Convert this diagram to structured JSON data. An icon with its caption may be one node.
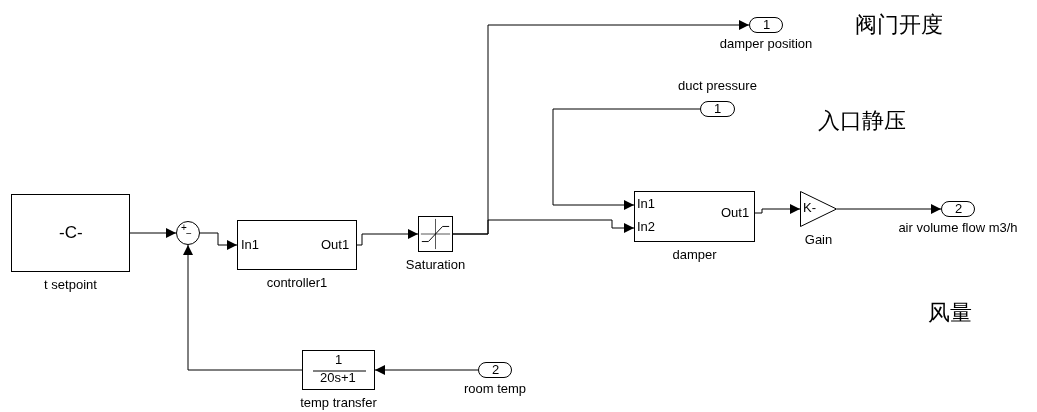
{
  "diagram": {
    "nodes": [
      {
        "text": [
          "-C-"
        ],
        "beside": [
          "t setpoint"
        ]
      },
      {
        "text": [
          "+",
          "−"
        ]
      },
      {
        "text": [
          "In1",
          "Out1"
        ],
        "beside": [
          "controller1"
        ]
      },
      {
        "text": [],
        "shape": "box",
        "beside": [
          "Saturation"
        ]
      },
      {
        "text": [
          "1"
        ],
        "beside": [
          "damper position"
        ]
      },
      {
        "text": [
          "1"
        ],
        "beside": [
          "duct pressure"
        ]
      },
      {
        "text": [
          "In1",
          "In2",
          "Out1"
        ],
        "beside": [
          "damper"
        ]
      },
      {
        "text": [
          "K-"
        ],
        "beside": [
          "Gain"
        ]
      },
      {
        "text": [
          "2"
        ],
        "beside": [
          "air volume flow m3/h"
        ]
      },
      {
        "text": [
          "1",
          "20s+1"
        ],
        "beside": [
          "temp transfer"
        ]
      },
      {
        "text": [
          "2"
        ],
        "beside": [
          "room temp"
        ]
      }
    ],
    "edges": [
      {
        "from": 0,
        "to": 1,
        "arrow": "to"
      },
      {
        "from": 1,
        "to": 2,
        "arrow": "to"
      },
      {
        "from": 2,
        "to": 3,
        "arrow": "to"
      },
      {
        "from": 3,
        "to": 4,
        "arrow": "to"
      },
      {
        "from": 3,
        "to": 6,
        "arrow": "to"
      },
      {
        "from": 5,
        "to": 6,
        "arrow": "to"
      },
      {
        "from": 6,
        "to": 7,
        "arrow": "to"
      },
      {
        "from": 7,
        "to": 8,
        "arrow": "to"
      },
      {
        "from": 10,
        "to": 9,
        "arrow": "to"
      },
      {
        "from": 9,
        "to": 1,
        "arrow": "to"
      }
    ],
    "labels": [
      "阀门开度",
      "入口静压",
      "风量"
    ]
  }
}
